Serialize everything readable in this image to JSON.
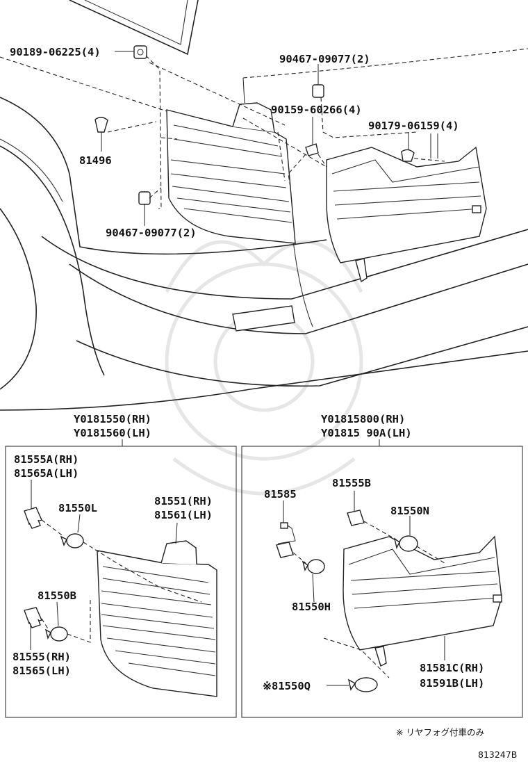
{
  "top_labels": {
    "p90189": "90189-06225(4)",
    "p90467a": "90467-09077(2)",
    "p90159": "90159-60266(4)",
    "p90179": "90179-06159(4)",
    "p81496": "81496",
    "p90467b": "90467-09077(2)"
  },
  "lh_box": {
    "assy_rh": "Y0181550(RH)",
    "assy_lh": "Y0181560(LH)",
    "socket_a_rh": "81555A(RH)",
    "socket_a_lh": "81565A(LH)",
    "bulb_l": "81550L",
    "lens_rh": "81551(RH)",
    "lens_lh": "81561(LH)",
    "bulb_b": "81550B",
    "socket_rh": "81555(RH)",
    "socket_lh": "81565(LH)"
  },
  "rh_box": {
    "assy_rh": "Y01815800(RH)",
    "assy_lh": "Y01815 90A(LH)",
    "wire": "81585",
    "socket_b": "81555B",
    "bulb_n": "81550N",
    "bulb_h": "81550H",
    "lens_rh": "81581C(RH)",
    "lens_lh": "81591B(LH)",
    "bulb_q": "※81550Q"
  },
  "footnote": "※ リヤフォグ付車のみ",
  "diagram_code": "813247B"
}
